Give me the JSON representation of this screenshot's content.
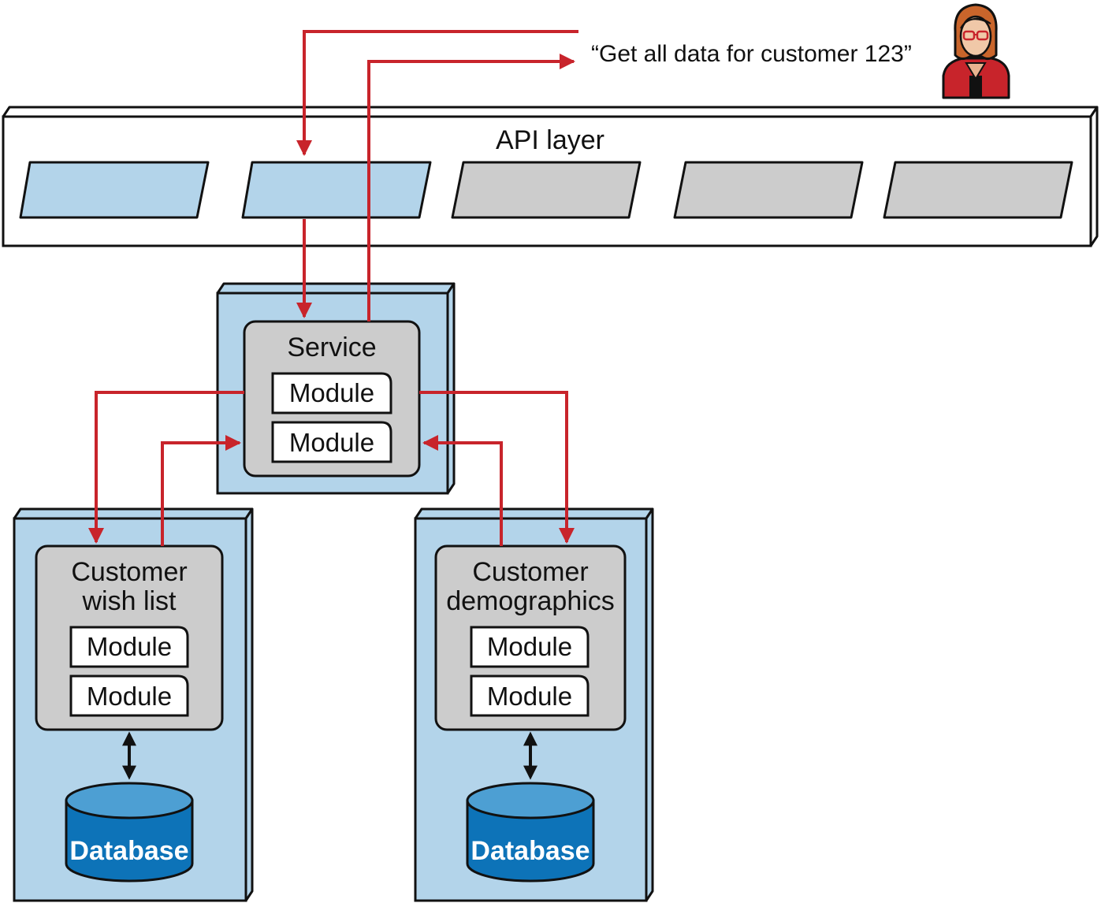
{
  "request": {
    "text": "“Get all data for customer 123”"
  },
  "user": {
    "icon": "user-avatar-icon"
  },
  "api_layer": {
    "title": "API layer",
    "endpoints": [
      {
        "state": "active"
      },
      {
        "state": "active"
      },
      {
        "state": "inactive"
      },
      {
        "state": "inactive"
      },
      {
        "state": "inactive"
      }
    ]
  },
  "service": {
    "title": "Service",
    "modules": [
      "Module",
      "Module"
    ]
  },
  "wishlist": {
    "title_line1": "Customer",
    "title_line2": "wish list",
    "modules": [
      "Module",
      "Module"
    ],
    "database": "Database"
  },
  "demographics": {
    "title_line1": "Customer",
    "title_line2": "demographics",
    "modules": [
      "Module",
      "Module"
    ],
    "database": "Database"
  },
  "colors": {
    "arrow": "#c8242b",
    "container_blue": "#b3d4ea",
    "box_gray": "#cccccc",
    "database_blue": "#0d73b8",
    "database_top": "#4d9fd3",
    "endpoint_active": "#b3d4ea",
    "endpoint_inactive": "#cccccc"
  }
}
